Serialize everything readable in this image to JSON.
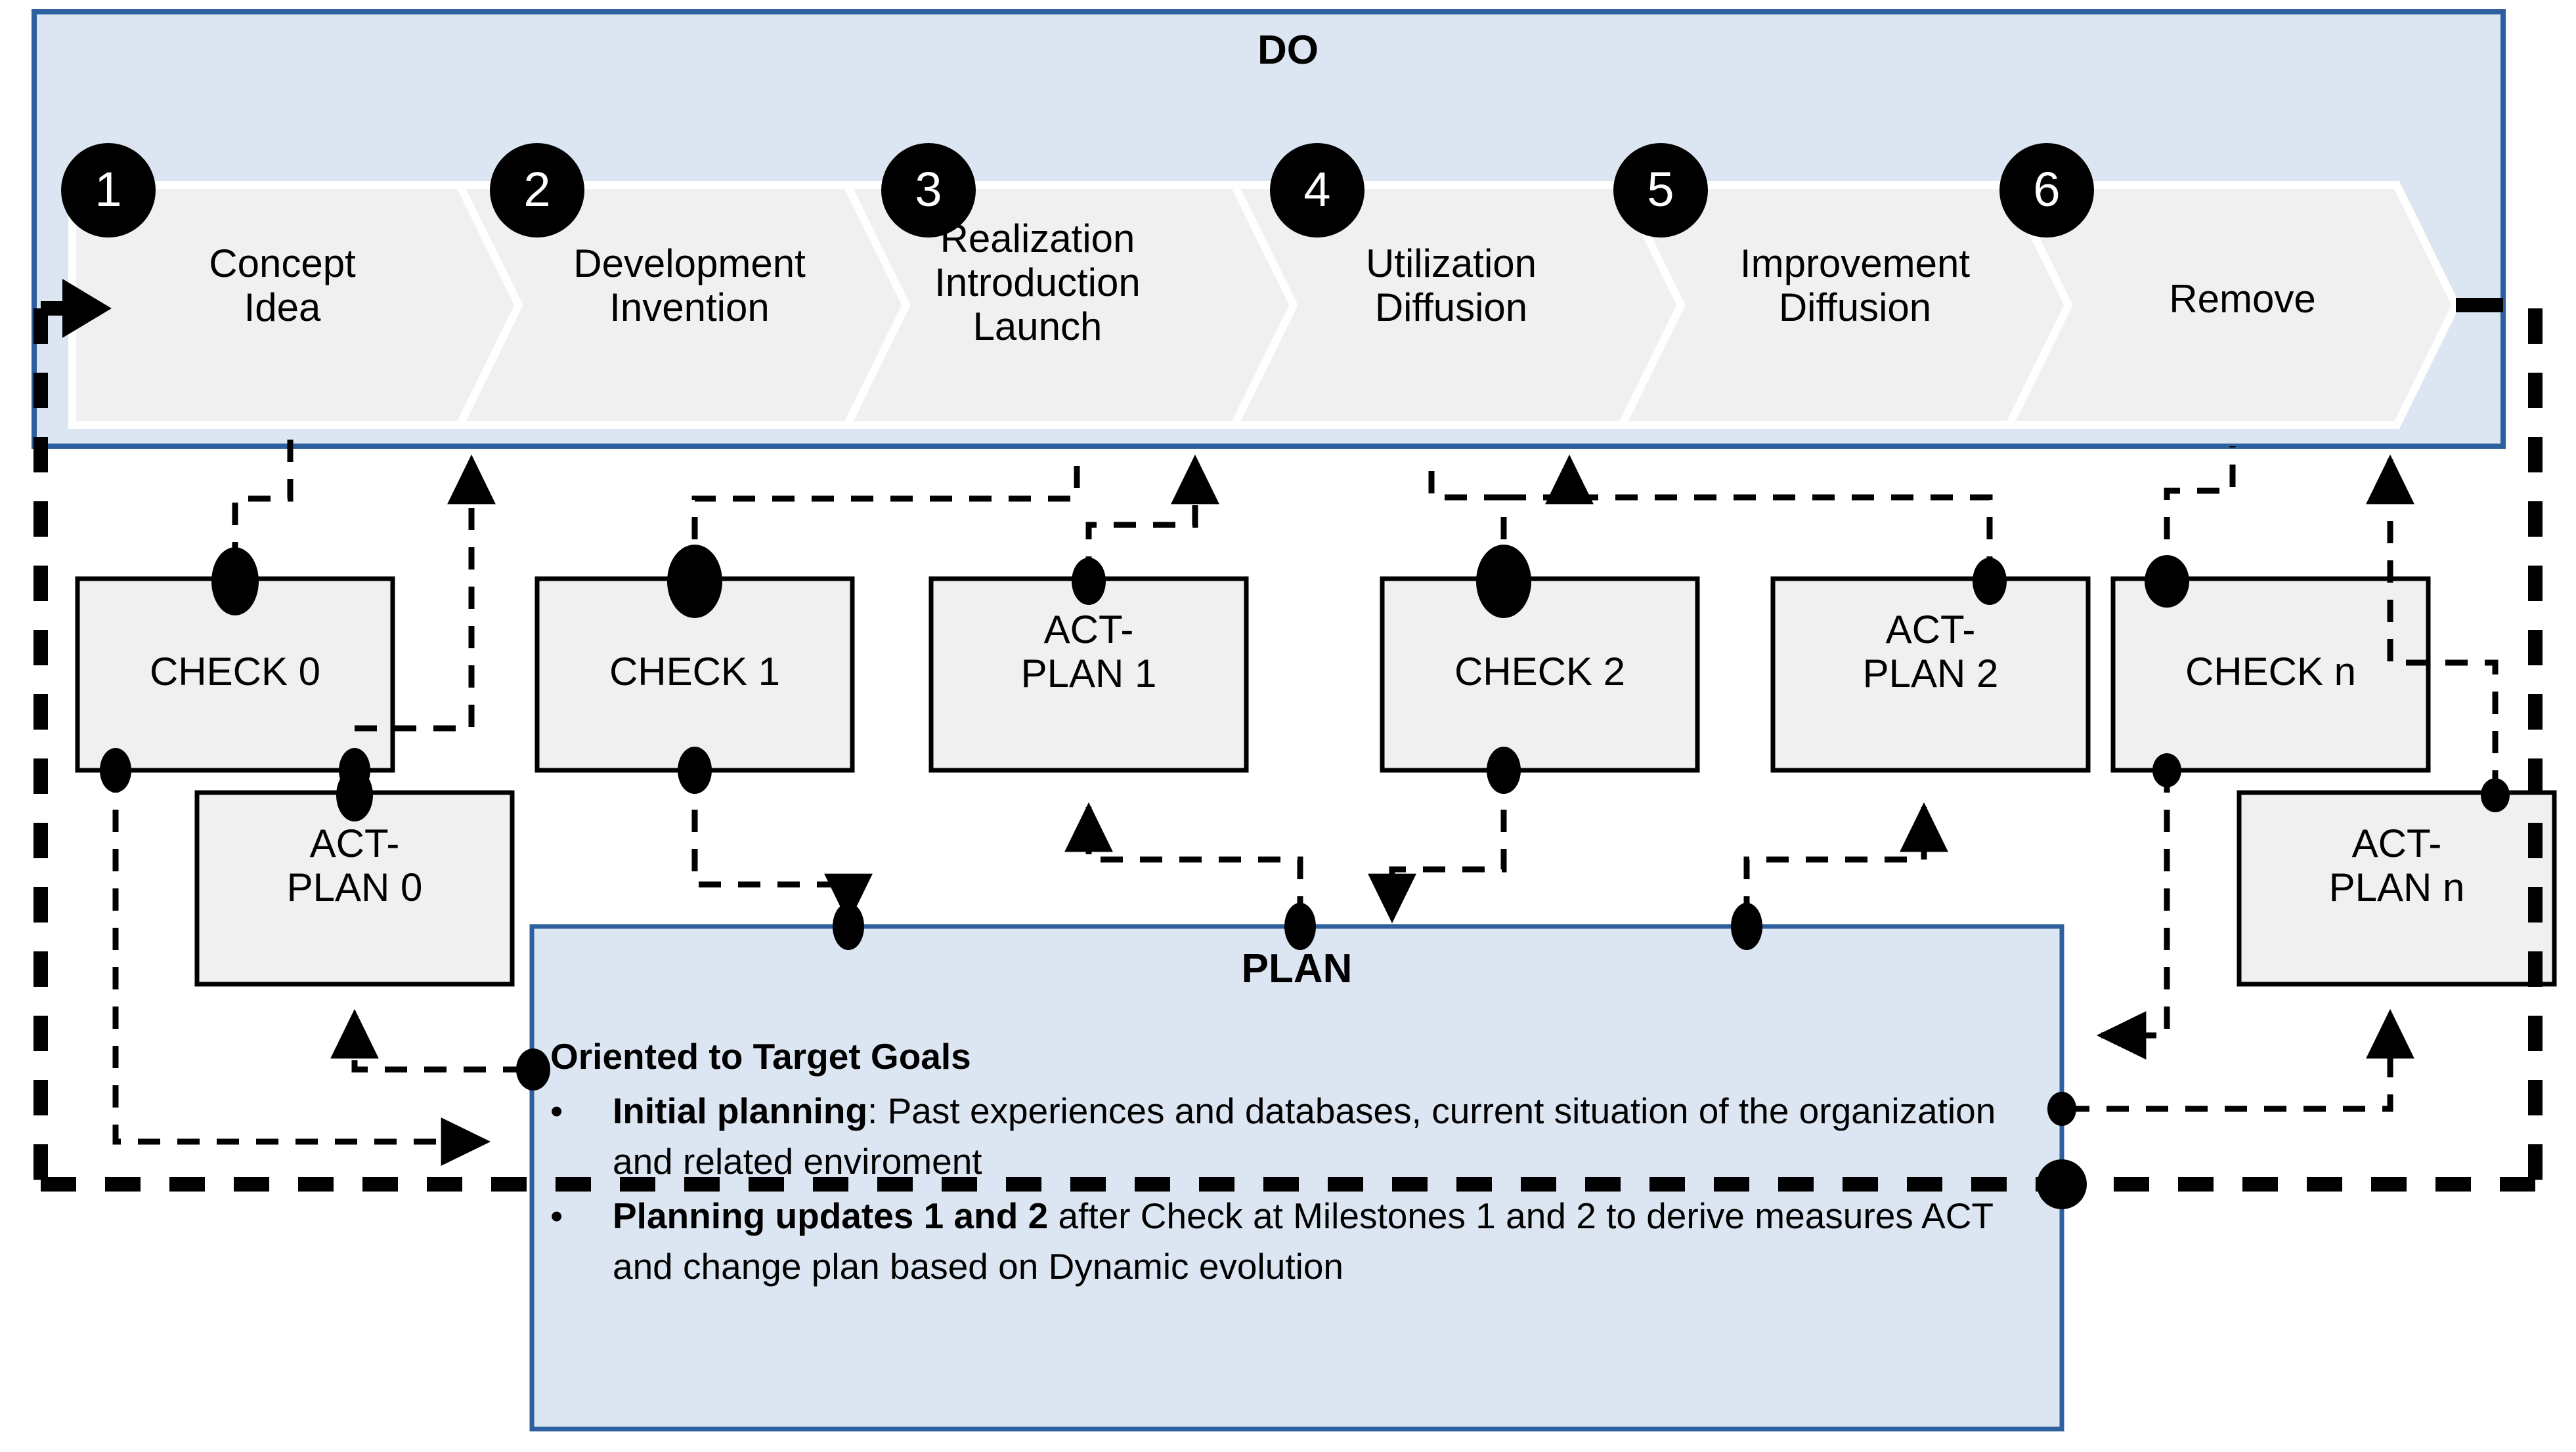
{
  "diagram": {
    "title_do": "DO",
    "title_plan": "PLAN",
    "colors": {
      "band_fill": "#dce6f2",
      "band_stroke": "#2e5f9e",
      "chevron_fill": "#f0f0f0",
      "box_fill": "#f0f0f0",
      "box_stroke": "#000000",
      "line": "#000000"
    }
  },
  "do_band": {
    "label": "DO",
    "steps": [
      {
        "number": "1",
        "line1": "Concept",
        "line2": "Idea",
        "line3": ""
      },
      {
        "number": "2",
        "line1": "Development",
        "line2": "Invention",
        "line3": ""
      },
      {
        "number": "3",
        "line1": "Realization",
        "line2": "Introduction",
        "line3": "Launch"
      },
      {
        "number": "4",
        "line1": "Utilization",
        "line2": "Diffusion",
        "line3": ""
      },
      {
        "number": "5",
        "line1": "Improvement",
        "line2": "Diffusion",
        "line3": ""
      },
      {
        "number": "6",
        "line1": "Remove",
        "line2": "",
        "line3": ""
      }
    ]
  },
  "boxes": [
    {
      "id": "check-0",
      "line1": "CHECK 0",
      "line2": ""
    },
    {
      "id": "act-plan-0",
      "line1": "ACT-",
      "line2": "PLAN 0"
    },
    {
      "id": "check-1",
      "line1": "CHECK 1",
      "line2": ""
    },
    {
      "id": "act-plan-1",
      "line1": "ACT-",
      "line2": "PLAN 1"
    },
    {
      "id": "check-2",
      "line1": "CHECK 2",
      "line2": ""
    },
    {
      "id": "act-plan-2",
      "line1": "ACT-",
      "line2": "PLAN 2"
    },
    {
      "id": "check-n",
      "line1": "CHECK n",
      "line2": ""
    },
    {
      "id": "act-plan-n",
      "line1": "ACT-",
      "line2": "PLAN n"
    }
  ],
  "plan_box": {
    "label": "PLAN",
    "heading": "Oriented to Target Goals",
    "bullets": [
      {
        "marker": "•",
        "bold": "Initial planning",
        "rest": ": Past experiences and databases, current situation of the organization and related enviroment"
      },
      {
        "marker": "•",
        "bold": "Planning updates 1 and 2",
        "rest": " after Check at Milestones 1 and 2 to derive measures ACT and change plan based on Dynamic evolution"
      }
    ]
  }
}
